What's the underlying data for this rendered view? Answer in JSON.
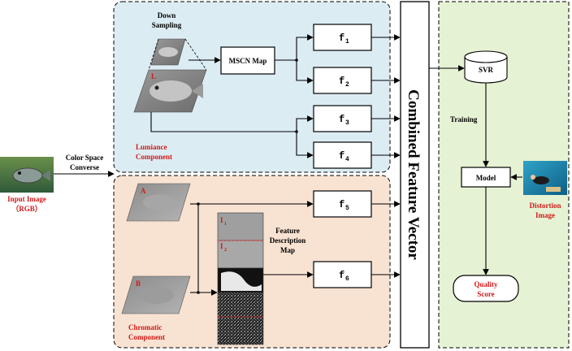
{
  "input": {
    "title": "Input Image",
    "subtitle": "（RGB）"
  },
  "conversion": {
    "line1": "Color Space",
    "line2": "Converse"
  },
  "luminance": {
    "label_line1": "Lumiance",
    "label_line2": "Component",
    "downsample_line1": "Down",
    "downsample_line2": "Sampling",
    "channel": "L",
    "mscn": "MSCN Map"
  },
  "chromatic": {
    "label_line1": "Chromatic",
    "label_line2": "Component",
    "channel_a": "A",
    "channel_b": "B",
    "fdm_line1": "Feature",
    "fdm_line2": "Description",
    "fdm_line3": "Map",
    "strip_labels": [
      "I",
      "I"
    ],
    "strip_subs": [
      "1",
      "2"
    ]
  },
  "features": [
    {
      "base": "f",
      "sub": "1"
    },
    {
      "base": "f",
      "sub": "2"
    },
    {
      "base": "f",
      "sub": "3"
    },
    {
      "base": "f",
      "sub": "4"
    },
    {
      "base": "f",
      "sub": "5"
    },
    {
      "base": "f",
      "sub": "6"
    }
  ],
  "combined": "Combined Feature Vector",
  "right_panel": {
    "svr": "SVR",
    "training": "Training",
    "model": "Model",
    "distortion_line1": "Distortion",
    "distortion_line2": "Image",
    "quality_line1": "Quality",
    "quality_line2": "Score"
  },
  "colors": {
    "luminance_panel": "#dcecf3",
    "chromatic_panel": "#f8e2d2",
    "right_panel": "#e6f2d4",
    "label_red": "#d11a1a"
  }
}
